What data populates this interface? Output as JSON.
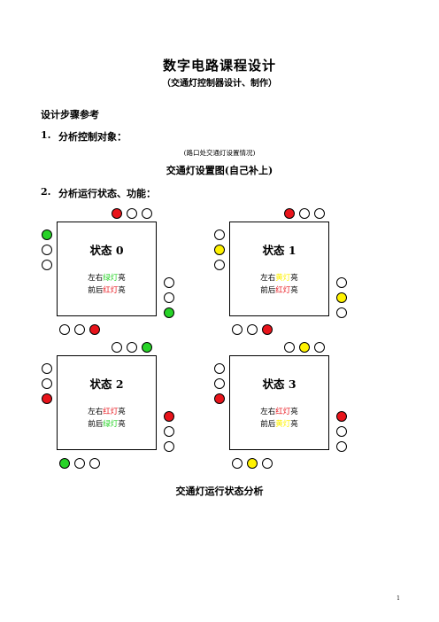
{
  "doc": {
    "title": "数字电路课程设计",
    "subtitle": "（交通灯控制器设计、制作）",
    "section_heading": "设计步骤参考",
    "step1_label": "1.",
    "step1_text": "分析控制对象：",
    "note": "(路口处交通灯设置情况)",
    "figure1_caption": "交通灯设置图(自己补上)",
    "step2_label": "2.",
    "step2_text": "分析运行状态、功能：",
    "figure2_caption": "交通灯运行状态分析",
    "page_number": "1"
  },
  "colors": {
    "red": "#e8141b",
    "green": "#27d327",
    "yellow": "#fff200",
    "off": "#ffffff"
  },
  "states": [
    {
      "title": "状态 0",
      "lr_prefix": "左右",
      "lr_word": "绿灯",
      "lr_suffix": "亮",
      "lr_color": "green",
      "fb_prefix": "前后",
      "fb_word": "红灯",
      "fb_suffix": "亮",
      "fb_color": "red",
      "top_lights": [
        "red",
        "off",
        "off"
      ],
      "left_lights": [
        "green",
        "off",
        "off"
      ],
      "right_lights": [
        "off",
        "off",
        "green"
      ],
      "bottom_lights": [
        "off",
        "off",
        "red"
      ]
    },
    {
      "title": "状态 1",
      "lr_prefix": "左右",
      "lr_word": "黄灯",
      "lr_suffix": "亮",
      "lr_color": "yellow",
      "fb_prefix": "前后",
      "fb_word": "红灯",
      "fb_suffix": "亮",
      "fb_color": "red",
      "top_lights": [
        "red",
        "off",
        "off"
      ],
      "left_lights": [
        "off",
        "yellow",
        "off"
      ],
      "right_lights": [
        "off",
        "yellow",
        "off"
      ],
      "bottom_lights": [
        "off",
        "off",
        "red"
      ]
    },
    {
      "title": "状态 2",
      "lr_prefix": "左右",
      "lr_word": "红灯",
      "lr_suffix": "亮",
      "lr_color": "red",
      "fb_prefix": "前后",
      "fb_word": "绿灯",
      "fb_suffix": "亮",
      "fb_color": "green",
      "top_lights": [
        "off",
        "off",
        "green"
      ],
      "left_lights": [
        "off",
        "off",
        "red"
      ],
      "right_lights": [
        "red",
        "off",
        "off"
      ],
      "bottom_lights": [
        "green",
        "off",
        "off"
      ]
    },
    {
      "title": "状态 3",
      "lr_prefix": "左右",
      "lr_word": "红灯",
      "lr_suffix": "亮",
      "lr_color": "red",
      "fb_prefix": "前后",
      "fb_word": "黄灯",
      "fb_suffix": "亮",
      "fb_color": "yellow",
      "top_lights": [
        "off",
        "yellow",
        "off"
      ],
      "left_lights": [
        "off",
        "off",
        "red"
      ],
      "right_lights": [
        "red",
        "off",
        "off"
      ],
      "bottom_lights": [
        "off",
        "yellow",
        "off"
      ]
    }
  ]
}
